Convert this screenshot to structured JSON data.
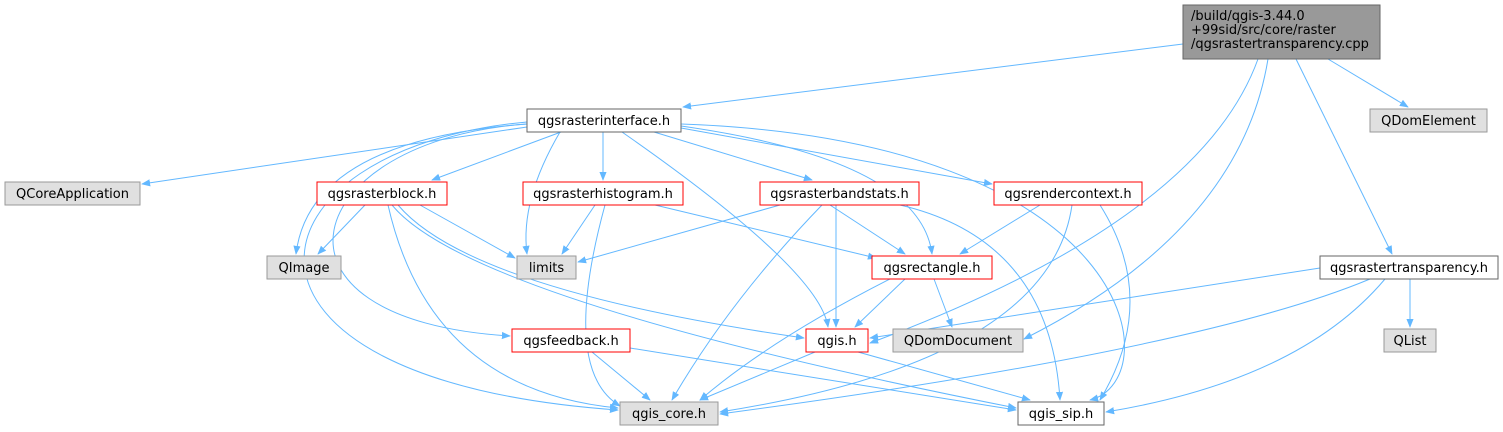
{
  "colors": {
    "edge": "#63b8ff",
    "root_fill": "#999999",
    "root_border": "#666666",
    "plain_fill": "#ffffff",
    "plain_border": "#666666",
    "truncated_border": "#ff0000",
    "external_fill": "#e0e0e0",
    "external_border": "#999999"
  },
  "nodes": [
    {
      "id": "root",
      "kind": "root",
      "lines": [
        "/build/qgis-3.44.0",
        "+99sid/src/core/raster",
        "/qgsrastertransparency.cpp"
      ]
    },
    {
      "id": "qgsrasterinterface",
      "kind": "plain",
      "lines": [
        "qgsrasterinterface.h"
      ]
    },
    {
      "id": "qdomelement",
      "kind": "external",
      "lines": [
        "QDomElement"
      ]
    },
    {
      "id": "qcoreapplication",
      "kind": "external",
      "lines": [
        "QCoreApplication"
      ]
    },
    {
      "id": "qgsrasterblock",
      "kind": "truncated",
      "lines": [
        "qgsrasterblock.h"
      ]
    },
    {
      "id": "qgsrasterhistogram",
      "kind": "truncated",
      "lines": [
        "qgsrasterhistogram.h"
      ]
    },
    {
      "id": "qgsrasterbandstats",
      "kind": "truncated",
      "lines": [
        "qgsrasterbandstats.h"
      ]
    },
    {
      "id": "qgsrendercontext",
      "kind": "truncated",
      "lines": [
        "qgsrendercontext.h"
      ]
    },
    {
      "id": "qgsrastertransparency",
      "kind": "plain",
      "lines": [
        "qgsrastertransparency.h"
      ]
    },
    {
      "id": "qimage",
      "kind": "external",
      "lines": [
        "QImage"
      ]
    },
    {
      "id": "limits",
      "kind": "external",
      "lines": [
        "limits"
      ]
    },
    {
      "id": "qgsrectangle",
      "kind": "truncated",
      "lines": [
        "qgsrectangle.h"
      ]
    },
    {
      "id": "qgsfeedback",
      "kind": "truncated",
      "lines": [
        "qgsfeedback.h"
      ]
    },
    {
      "id": "qgis",
      "kind": "truncated",
      "lines": [
        "qgis.h"
      ]
    },
    {
      "id": "qdomdocument",
      "kind": "external",
      "lines": [
        "QDomDocument"
      ]
    },
    {
      "id": "qlist",
      "kind": "external",
      "lines": [
        "QList"
      ]
    },
    {
      "id": "qgis_core",
      "kind": "external",
      "lines": [
        "qgis_core.h"
      ]
    },
    {
      "id": "qgis_sip",
      "kind": "plain",
      "lines": [
        "qgis_sip.h"
      ]
    }
  ],
  "edges": [
    [
      "root",
      "qgsrasterinterface"
    ],
    [
      "root",
      "qdomelement"
    ],
    [
      "root",
      "qgsrastertransparency"
    ],
    [
      "root",
      "qgis"
    ],
    [
      "root",
      "qdomdocument"
    ],
    [
      "qgsrasterinterface",
      "qcoreapplication"
    ],
    [
      "qgsrasterinterface",
      "qgsrasterblock"
    ],
    [
      "qgsrasterinterface",
      "qgsrasterhistogram"
    ],
    [
      "qgsrasterinterface",
      "qgsrasterbandstats"
    ],
    [
      "qgsrasterinterface",
      "qgsrendercontext"
    ],
    [
      "qgsrasterinterface",
      "qimage"
    ],
    [
      "qgsrasterinterface",
      "limits"
    ],
    [
      "qgsrasterinterface",
      "qgsrectangle"
    ],
    [
      "qgsrasterinterface",
      "qgsfeedback"
    ],
    [
      "qgsrasterinterface",
      "qgis"
    ],
    [
      "qgsrasterinterface",
      "qgis_core"
    ],
    [
      "qgsrasterinterface",
      "qgis_sip"
    ],
    [
      "qgsrasterblock",
      "qimage"
    ],
    [
      "qgsrasterblock",
      "limits"
    ],
    [
      "qgsrasterblock",
      "qgis"
    ],
    [
      "qgsrasterblock",
      "qgis_core"
    ],
    [
      "qgsrasterblock",
      "qgis_sip"
    ],
    [
      "qgsrasterhistogram",
      "limits"
    ],
    [
      "qgsrasterhistogram",
      "qgsrectangle"
    ],
    [
      "qgsrasterhistogram",
      "qgis_core"
    ],
    [
      "qgsrasterbandstats",
      "limits"
    ],
    [
      "qgsrasterbandstats",
      "qgsrectangle"
    ],
    [
      "qgsrasterbandstats",
      "qgis"
    ],
    [
      "qgsrasterbandstats",
      "qgis_core"
    ],
    [
      "qgsrasterbandstats",
      "qgis_sip"
    ],
    [
      "qgsrendercontext",
      "qgsrectangle"
    ],
    [
      "qgsrendercontext",
      "qgis_core"
    ],
    [
      "qgsrendercontext",
      "qgis_sip"
    ],
    [
      "qgsrectangle",
      "qgis"
    ],
    [
      "qgsrectangle",
      "qdomdocument"
    ],
    [
      "qgsrectangle",
      "qgis_core"
    ],
    [
      "qgsfeedback",
      "qgis_core"
    ],
    [
      "qgsfeedback",
      "qgis_sip"
    ],
    [
      "qgis",
      "qgis_core"
    ],
    [
      "qgis",
      "qgis_sip"
    ],
    [
      "qgsrastertransparency",
      "qgis"
    ],
    [
      "qgsrastertransparency",
      "qlist"
    ],
    [
      "qgsrastertransparency",
      "qgis_core"
    ],
    [
      "qgsrastertransparency",
      "qgis_sip"
    ]
  ]
}
